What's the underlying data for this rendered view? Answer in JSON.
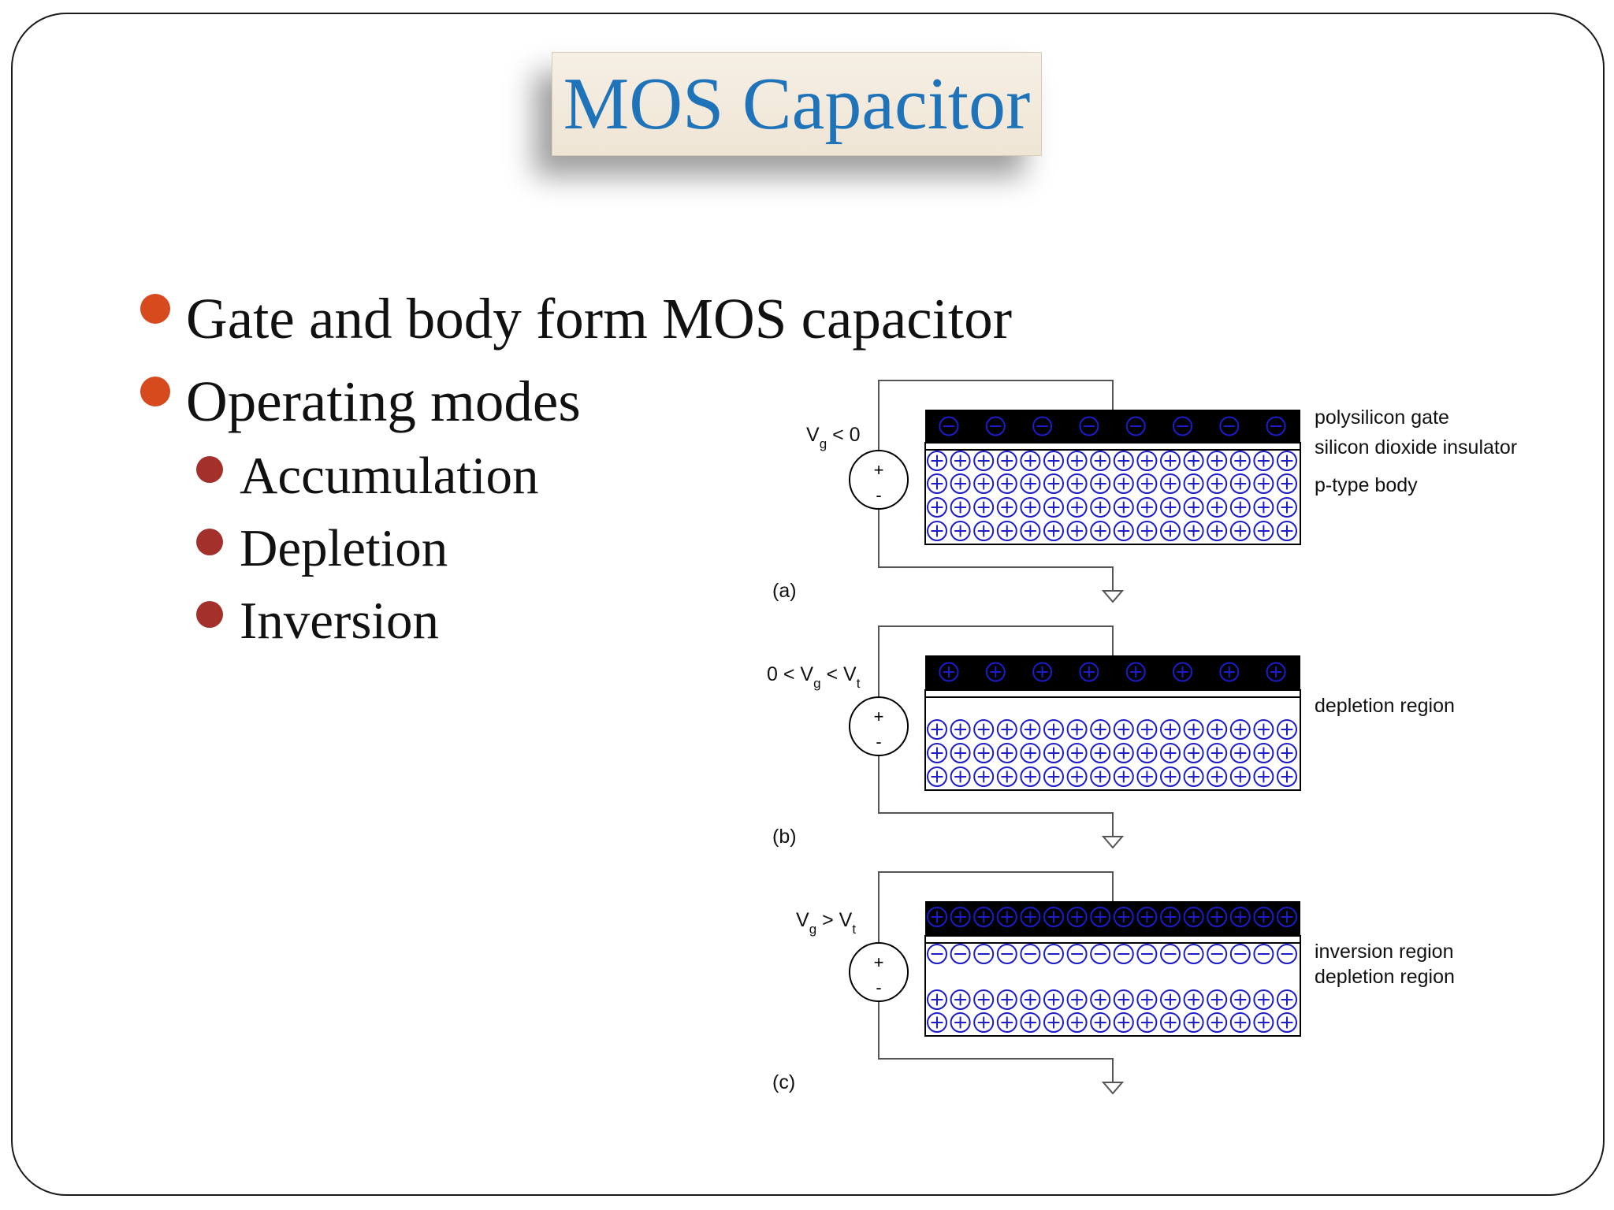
{
  "slide": {
    "title": "MOS Capacitor",
    "bullets": [
      {
        "text": "Gate and body form MOS capacitor",
        "subitems": []
      },
      {
        "text": "Operating modes",
        "subitems": [
          "Accumulation",
          "Depletion",
          "Inversion"
        ]
      }
    ]
  },
  "diagram": {
    "panels": [
      {
        "id": "a",
        "label": "(a)",
        "voltage": {
          "prefix": "V",
          "sub1": "g",
          "mid": " < 0",
          "sub2": "",
          "lead": ""
        },
        "annotations": [
          "polysilicon gate",
          "silicon dioxide insulator",
          "p-type body"
        ]
      },
      {
        "id": "b",
        "label": "(b)",
        "voltage": {
          "lead": "0 < ",
          "prefix": "V",
          "sub1": "g",
          "mid": " < V",
          "sub2": "t"
        },
        "annotations": [
          "depletion region"
        ]
      },
      {
        "id": "c",
        "label": "(c)",
        "voltage": {
          "lead": "",
          "prefix": "V",
          "sub1": "g",
          "mid": " > V",
          "sub2": "t"
        },
        "annotations": [
          "inversion region",
          "depletion region"
        ]
      }
    ],
    "source_plus": "+",
    "source_minus": "-",
    "colors": {
      "charge": "#1c1cc8",
      "gate": "#000000",
      "wire": "#555555"
    }
  }
}
